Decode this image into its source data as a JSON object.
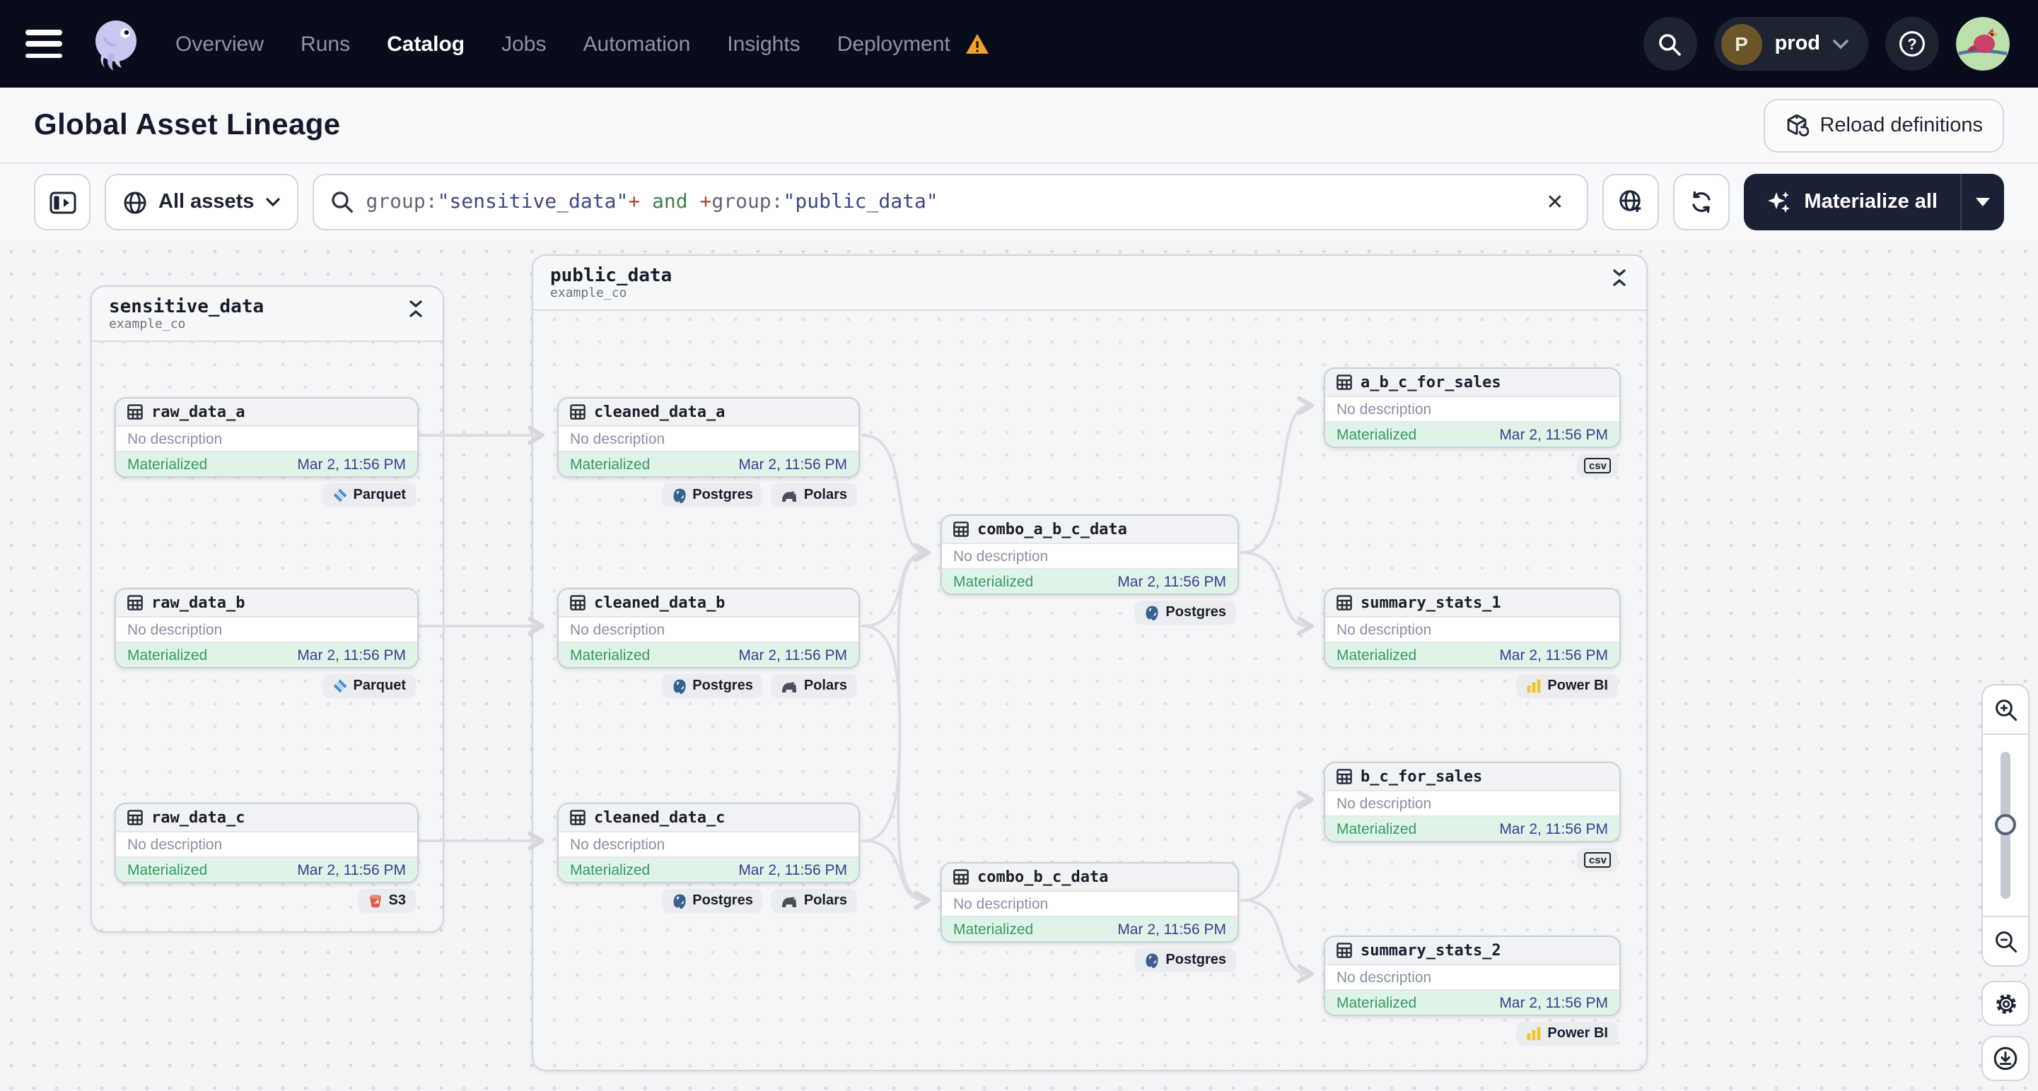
{
  "nav": {
    "items": [
      "Overview",
      "Runs",
      "Catalog",
      "Jobs",
      "Automation",
      "Insights",
      "Deployment"
    ],
    "active_item": "Catalog",
    "workspace": {
      "initial": "P",
      "name": "prod"
    }
  },
  "page": {
    "title": "Global Asset Lineage",
    "reload_button": "Reload definitions"
  },
  "toolbar": {
    "scope_label": "All assets",
    "query": {
      "tokens": [
        {
          "text": "group:"
        },
        {
          "text": "\"sensitive_data\""
        },
        {
          "text": "+"
        },
        {
          "text": " and "
        },
        {
          "text": "+"
        },
        {
          "text": "group:"
        },
        {
          "text": "\"public_data\""
        }
      ]
    },
    "materialize_button": "Materialize all"
  },
  "graph": {
    "groups": [
      {
        "name": "sensitive_data",
        "subtitle": "example_co"
      },
      {
        "name": "public_data",
        "subtitle": "example_co"
      }
    ],
    "assets": [
      {
        "name": "raw_data_a",
        "description": "No description",
        "status": "Materialized",
        "timestamp": "Mar 2, 11:56 PM",
        "badges": [
          "Parquet"
        ]
      },
      {
        "name": "raw_data_b",
        "description": "No description",
        "status": "Materialized",
        "timestamp": "Mar 2, 11:56 PM",
        "badges": [
          "Parquet"
        ]
      },
      {
        "name": "raw_data_c",
        "description": "No description",
        "status": "Materialized",
        "timestamp": "Mar 2, 11:56 PM",
        "badges": [
          "S3"
        ]
      },
      {
        "name": "cleaned_data_a",
        "description": "No description",
        "status": "Materialized",
        "timestamp": "Mar 2, 11:56 PM",
        "badges": [
          "Postgres",
          "Polars"
        ]
      },
      {
        "name": "cleaned_data_b",
        "description": "No description",
        "status": "Materialized",
        "timestamp": "Mar 2, 11:56 PM",
        "badges": [
          "Postgres",
          "Polars"
        ]
      },
      {
        "name": "cleaned_data_c",
        "description": "No description",
        "status": "Materialized",
        "timestamp": "Mar 2, 11:56 PM",
        "badges": [
          "Postgres",
          "Polars"
        ]
      },
      {
        "name": "combo_a_b_c_data",
        "description": "No description",
        "status": "Materialized",
        "timestamp": "Mar 2, 11:56 PM",
        "badges": [
          "Postgres"
        ]
      },
      {
        "name": "combo_b_c_data",
        "description": "No description",
        "status": "Materialized",
        "timestamp": "Mar 2, 11:56 PM",
        "badges": [
          "Postgres"
        ]
      },
      {
        "name": "a_b_c_for_sales",
        "description": "No description",
        "status": "Materialized",
        "timestamp": "Mar 2, 11:56 PM",
        "badges": [
          "csv"
        ]
      },
      {
        "name": "summary_stats_1",
        "description": "No description",
        "status": "Materialized",
        "timestamp": "Mar 2, 11:56 PM",
        "badges": [
          "Power BI"
        ]
      },
      {
        "name": "b_c_for_sales",
        "description": "No description",
        "status": "Materialized",
        "timestamp": "Mar 2, 11:56 PM",
        "badges": [
          "csv"
        ]
      },
      {
        "name": "summary_stats_2",
        "description": "No description",
        "status": "Materialized",
        "timestamp": "Mar 2, 11:56 PM",
        "badges": [
          "Power BI"
        ]
      }
    ]
  }
}
